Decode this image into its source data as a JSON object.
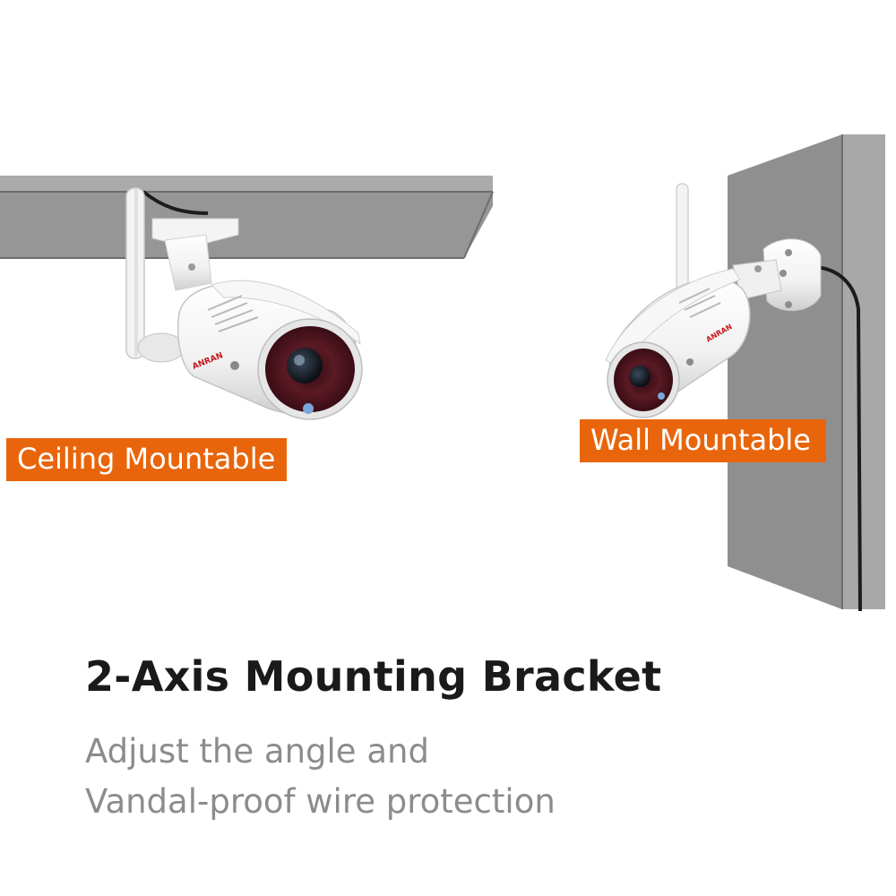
{
  "labels": {
    "ceiling": "Ceiling Mountable",
    "wall": "Wall Mountable"
  },
  "heading": {
    "title": "2-Axis Mounting Bracket",
    "line1": "Adjust the angle and",
    "line2": "Vandal-proof wire protection"
  },
  "brand_mark": "ANRAN",
  "colors": {
    "accent": "#e8650b",
    "structure": "#8f8f8f",
    "lens": "#5a1a24"
  }
}
